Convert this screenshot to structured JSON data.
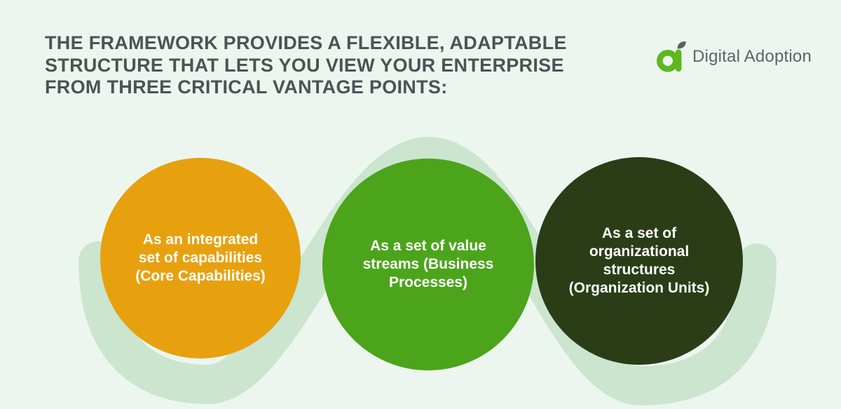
{
  "colors": {
    "background": "#ECF6EF",
    "ribbon": "#CBE5CF",
    "heading_text": "#4B5355",
    "circle_text": "#FFFFFF"
  },
  "heading": {
    "lines": [
      "THE FRAMEWORK PROVIDES A FLEXIBLE, ADAPTABLE",
      "STRUCTURE THAT LETS YOU VIEW YOUR ENTERPRISE",
      "FROM THREE CRITICAL VANTAGE POINTS:"
    ]
  },
  "logo": {
    "text": "Digital Adoption",
    "icon_name": "digital-adoption-a-leaf-icon",
    "icon_green": "#5FB71D",
    "icon_leaf_gray": "#5A6163",
    "text_color": "#5D6466"
  },
  "circles": [
    {
      "name": "capabilities-circle",
      "color": "#E7A10F",
      "lines": [
        "As an integrated",
        "set of capabilities",
        "(Core Capabilities)"
      ]
    },
    {
      "name": "value-streams-circle",
      "color": "#4CA41B",
      "lines": [
        "As a set of value",
        "streams (Business",
        "Processes)"
      ]
    },
    {
      "name": "org-structures-circle",
      "color": "#2B3D17",
      "lines": [
        "As a set of",
        "organizational",
        "structures",
        "(Organization Units)"
      ]
    }
  ]
}
